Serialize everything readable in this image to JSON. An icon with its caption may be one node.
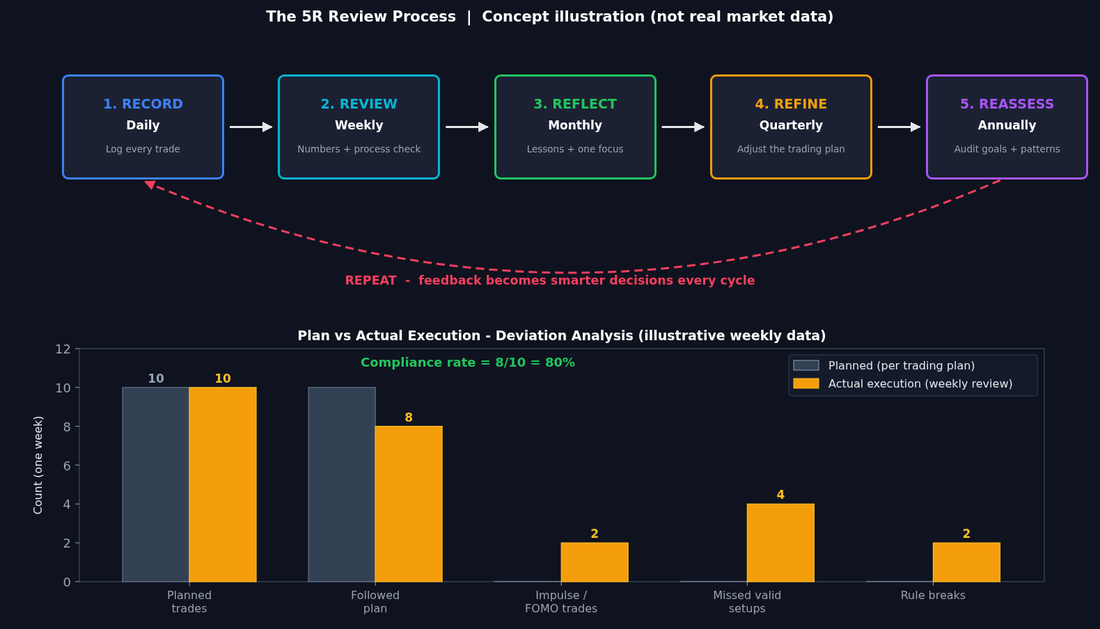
{
  "diagram": {
    "title": "The 5R Review Process  |  Concept illustration (not real market data)",
    "nodes": [
      {
        "text": [
          "1. RECORD",
          "Daily",
          "Log every trade"
        ]
      },
      {
        "text": [
          "2. REVIEW",
          "Weekly",
          "Numbers + process check"
        ]
      },
      {
        "text": [
          "3. REFLECT",
          "Monthly",
          "Lessons + one focus"
        ]
      },
      {
        "text": [
          "4. REFINE",
          "Quarterly",
          "Adjust the trading plan"
        ]
      },
      {
        "text": [
          "5. REASSESS",
          "Annually",
          "Audit goals + patterns"
        ]
      }
    ],
    "edges": [
      {
        "from": 0,
        "to": 1,
        "arrow": "to"
      },
      {
        "from": 1,
        "to": 2,
        "arrow": "to"
      },
      {
        "from": 2,
        "to": 3,
        "arrow": "to"
      },
      {
        "from": 3,
        "to": 4,
        "arrow": "to"
      },
      {
        "from": 4,
        "to": 0,
        "arrow": "to",
        "style": "dashed",
        "color": "#f43f5e"
      }
    ],
    "labels": [
      "REPEAT  -  feedback becomes smarter decisions every cycle"
    ],
    "chart_data": {
      "type": "bar",
      "title": "Plan vs Actual Execution - Deviation Analysis (illustrative weekly data)",
      "ylabel": "Count (one week)",
      "categories": [
        "Planned trades",
        "Followed plan",
        "Impulse / FOMO trades",
        "Missed valid setups",
        "Rule breaks"
      ],
      "series": [
        {
          "name": "Planned (per trading plan)",
          "color": "#334155",
          "values": [
            10,
            10,
            0,
            0,
            0
          ]
        },
        {
          "name": "Actual execution (weekly review)",
          "color": "#f59e0b",
          "values": [
            10,
            8,
            2,
            4,
            2
          ]
        }
      ],
      "ylim": [
        0,
        12
      ],
      "yticks": [
        0,
        2,
        4,
        6,
        8,
        10,
        12
      ],
      "legend": "upper right",
      "value_labels": [
        [
          "10",
          null,
          null,
          null,
          null
        ],
        [
          "10",
          "8",
          "2",
          "4",
          "2"
        ]
      ],
      "annotations": [
        "Compliance rate = 8/10 = 80%"
      ]
    }
  }
}
